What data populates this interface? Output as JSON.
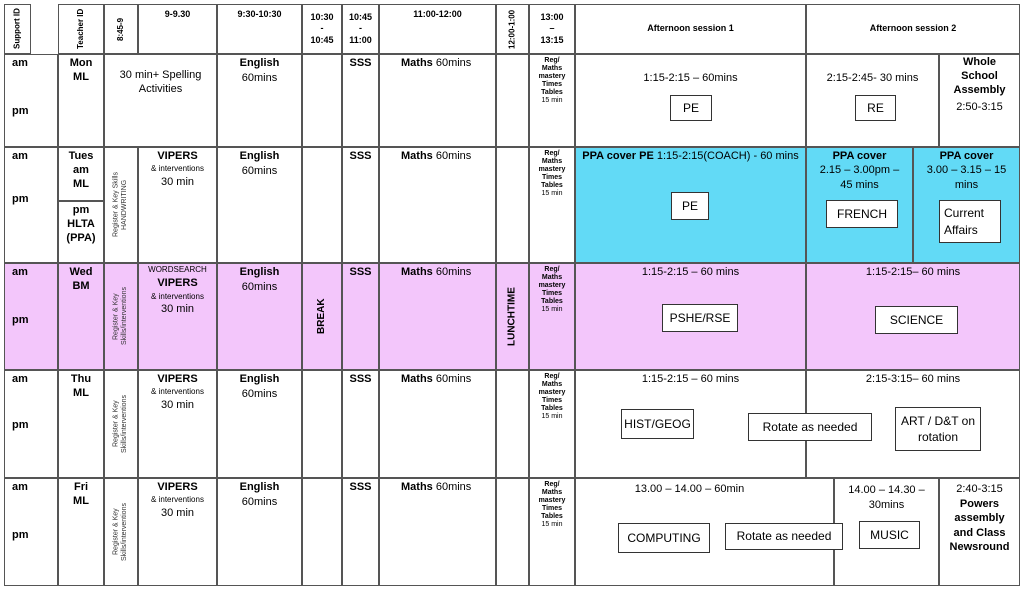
{
  "header": {
    "support_id": "Support ID",
    "teacher_id": "Teacher ID",
    "t1": "8:45-9",
    "t2": "9-9.30",
    "t3": "9:30-10:30",
    "t4": "10:30\n-\n10:45",
    "t5": "10:45\n-\n11:00",
    "t6": "11:00-12:00",
    "t7": "12:00-1:00",
    "t8": "13:00\n–\n13:15",
    "afternoon1": "Afternoon session 1",
    "afternoon2": "Afternoon session 2"
  },
  "labels": {
    "am": "am",
    "pm": "pm",
    "break": "BREAK",
    "lunch": "LUNCHTIME",
    "sss": "SSS",
    "maths_bold": "Maths",
    "maths_rest": " 60mins",
    "english": "English",
    "english_dur": "60mins",
    "vipers": "VIPERS",
    "interventions": "& interventions",
    "thirty": "30 min",
    "reg_bold": "Reg/\nMaths\nmastery\nTimes\nTables",
    "reg_min": "15 min",
    "reg_key": "Register & Key\nSkills/interventions"
  },
  "mon": {
    "teacher": "Mon\nML",
    "slot": "30 min+ Spelling Activities",
    "a1_time": "1:15-2:15 – 60mins",
    "a1_box": "PE",
    "a2_time": "2:15-2:45- 30 mins",
    "a2_box": "RE",
    "a3_text": "Whole School Assembly",
    "a3_time": "2:50-3:15"
  },
  "tue": {
    "teacher_am": "Tues\nam\nML",
    "teacher_pm": "pm\nHLTA\n(PPA)",
    "reg": "Register & Key Skills\nHANDWRITING",
    "a1_bold": "PPA cover PE",
    "a1_rest": " 1:15-2:15(COACH) - 60 mins",
    "a1_box": "PE",
    "a2_bold": "PPA cover",
    "a2_time": "2.15 – 3.00pm – 45 mins",
    "a2_box": "FRENCH",
    "a3_bold": "PPA cover",
    "a3_time": "3.00 – 3.15 – 15 mins",
    "a3_box": "Current Affairs"
  },
  "wed": {
    "teacher": "Wed\nBM",
    "wordsearch": "WORDSEARCH",
    "a1_time": "1:15-2:15 – 60 mins",
    "a1_box": "PSHE/RSE",
    "a2_time": "1:15-2:15– 60 mins",
    "a2_box": "SCIENCE"
  },
  "thu": {
    "teacher": "Thu\nML",
    "a1_time": "1:15-2:15 – 60 mins",
    "a1_box": "HIST/GEOG",
    "rotate": "Rotate as needed",
    "a2_time": "2:15-3:15– 60 mins",
    "a2_box": "ART / D&T on rotation"
  },
  "fri": {
    "teacher": "Fri\nML",
    "a1_time": "13.00 – 14.00 – 60min",
    "a1_box": "COMPUTING",
    "rotate": "Rotate as needed",
    "a2_time": "14.00 – 14.30 – 30mins",
    "a2_box": "MUSIC",
    "a3_time": "2:40-3:15",
    "a3_text": "Powers assembly and Class Newsround"
  }
}
